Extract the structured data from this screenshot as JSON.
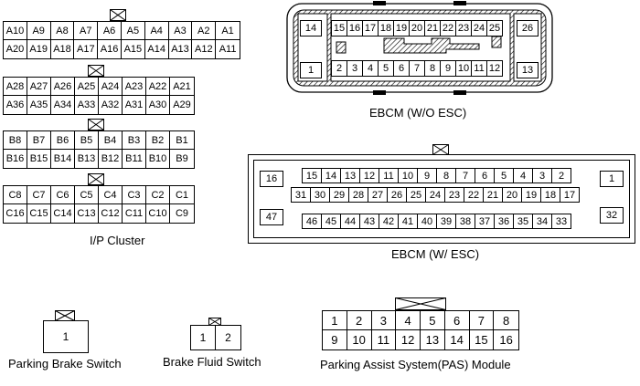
{
  "ip_cluster": {
    "label": "I/P Cluster",
    "connector_a_small": {
      "row1": [
        "A10",
        "A9",
        "A8",
        "A7",
        "A6",
        "A5",
        "A4",
        "A3",
        "A2",
        "A1"
      ],
      "row2": [
        "A20",
        "A19",
        "A18",
        "A17",
        "A16",
        "A15",
        "A14",
        "A13",
        "A12",
        "A11"
      ]
    },
    "connector_a_large": {
      "row1": [
        "A28",
        "A27",
        "A26",
        "A25",
        "A24",
        "A23",
        "A22",
        "A21"
      ],
      "row2": [
        "A36",
        "A35",
        "A34",
        "A33",
        "A32",
        "A31",
        "A30",
        "A29"
      ]
    },
    "connector_b": {
      "row1": [
        "B8",
        "B7",
        "B6",
        "B5",
        "B4",
        "B3",
        "B2",
        "B1"
      ],
      "row2": [
        "B16",
        "B15",
        "B14",
        "B13",
        "B12",
        "B11",
        "B10",
        "B9"
      ]
    },
    "connector_c": {
      "row1": [
        "C8",
        "C7",
        "C6",
        "C5",
        "C4",
        "C3",
        "C2",
        "C1"
      ],
      "row2": [
        "C16",
        "C15",
        "C14",
        "C13",
        "C12",
        "C11",
        "C10",
        "C9"
      ]
    }
  },
  "ebcm_wo_esc": {
    "label": "EBCM (W/O ESC)",
    "left_top": "14",
    "left_bottom": "1",
    "right_top": "26",
    "right_bottom": "13",
    "top_row": [
      "15",
      "16",
      "17",
      "18",
      "19",
      "20",
      "21",
      "22",
      "23",
      "24",
      "25"
    ],
    "bottom_row": [
      "2",
      "3",
      "4",
      "5",
      "6",
      "7",
      "8",
      "9",
      "10",
      "11",
      "12"
    ]
  },
  "ebcm_w_esc": {
    "label": "EBCM (W/ ESC)",
    "left_top": "16",
    "left_bottom": "47",
    "right_top": "1",
    "right_bottom": "32",
    "row1": [
      "15",
      "14",
      "13",
      "12",
      "11",
      "10",
      "9",
      "8",
      "7",
      "6",
      "5",
      "4",
      "3",
      "2"
    ],
    "row2": [
      "31",
      "30",
      "29",
      "28",
      "27",
      "26",
      "25",
      "24",
      "23",
      "22",
      "21",
      "20",
      "19",
      "18",
      "17"
    ],
    "row3": [
      "46",
      "45",
      "44",
      "43",
      "42",
      "41",
      "40",
      "39",
      "38",
      "37",
      "36",
      "35",
      "34",
      "33"
    ]
  },
  "parking_brake_switch": {
    "label": "Parking Brake Switch",
    "pins": [
      "1"
    ]
  },
  "brake_fluid_switch": {
    "label": "Brake Fluid Switch",
    "pins": [
      "1",
      "2"
    ]
  },
  "pas_module": {
    "label": "Parking Assist System(PAS) Module",
    "row1": [
      "1",
      "2",
      "3",
      "4",
      "5",
      "6",
      "7",
      "8"
    ],
    "row2": [
      "9",
      "10",
      "11",
      "12",
      "13",
      "14",
      "15",
      "16"
    ]
  }
}
